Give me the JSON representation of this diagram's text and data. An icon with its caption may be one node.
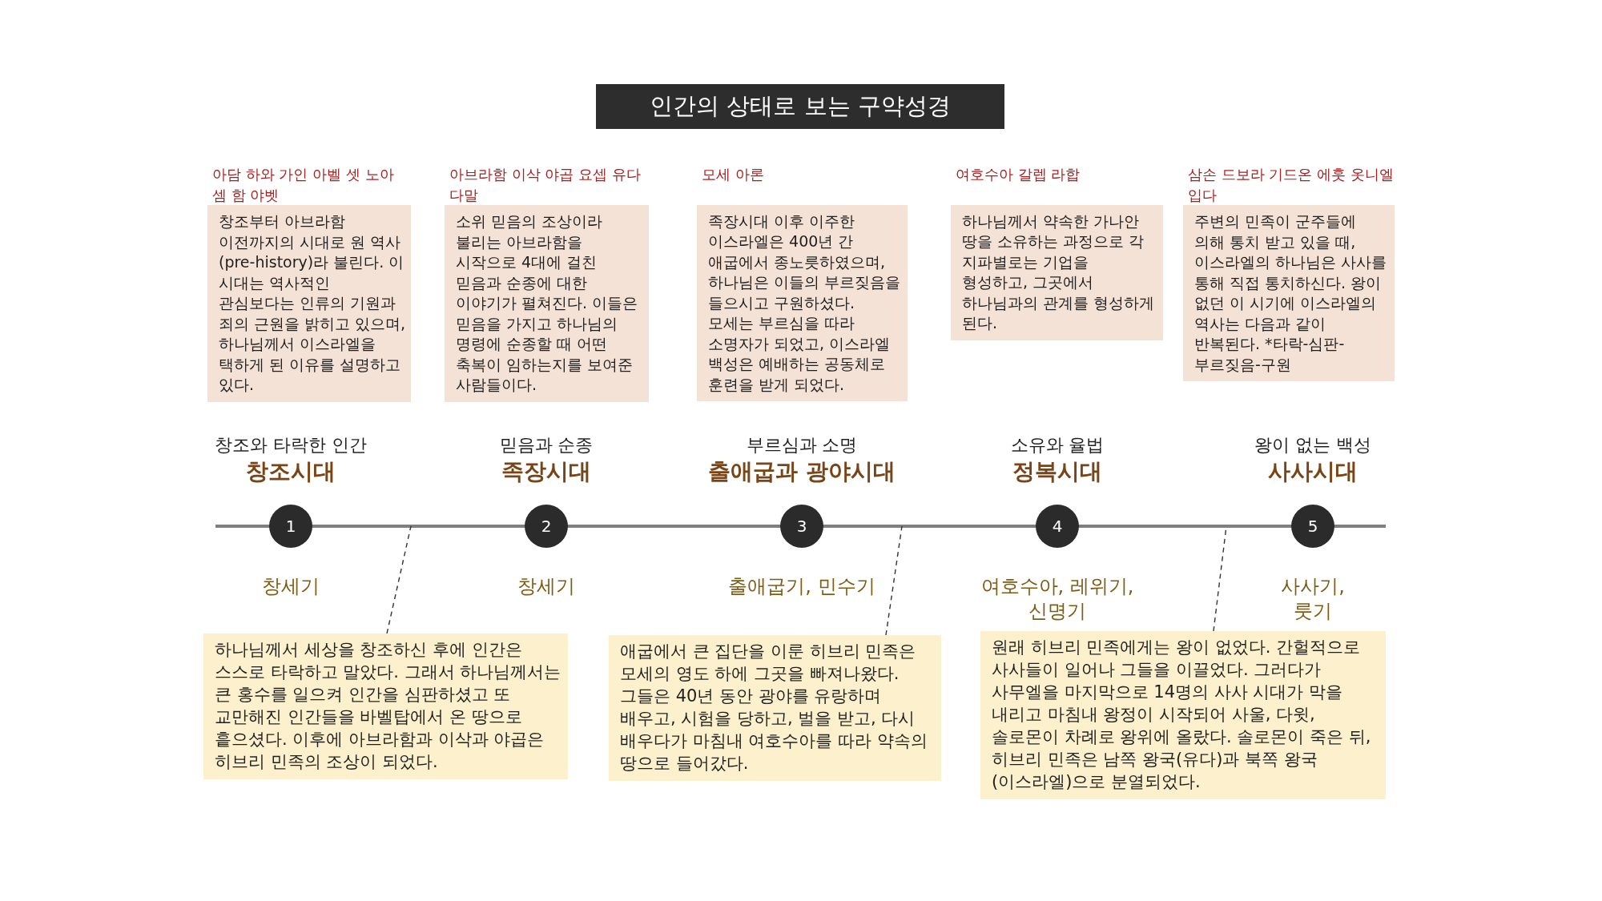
{
  "diagram": {
    "title": "인간의 상태로 보는 구약성경",
    "nodes": [
      {
        "text": [
          "아담 하와 가인 아벨 셋 노아 셈 함 야벳",
          "창조부터 아브라함 이전까지의 시대로 원 역사(pre-history)라 불린다. 이 시대는 역사적인 관심보다는 인류의 기원과 죄의 근원을 밝히고 있으며, 하나님께서 이스라엘을 택하게 된 이유를 설명하고 있다."
        ]
      },
      {
        "text": [
          "아브라함 이삭 야곱 요셉 유다 다말",
          "소위 믿음의 조상이라 불리는 아브라함을 시작으로 4대에 걸친 믿음과 순종에 대한 이야기가 펼쳐진다. 이들은 믿음을 가지고 하나님의 명령에 순종할 때 어떤 축복이 임하는지를 보여준 사람들이다."
        ]
      },
      {
        "text": [
          "모세 아론",
          "족장시대 이후 이주한 이스라엘은 400년 간 애굽에서 종노릇하였으며, 하나님은 이들의 부르짖음을 들으시고 구원하셨다. 모세는 부르심을 따라 소명자가 되었고, 이스라엘 백성은 예배하는 공동체로 훈련을 받게 되었다."
        ]
      },
      {
        "text": [
          "여호수아 갈렙 라합",
          "하나님께서 약속한 가나안 땅을 소유하는 과정으로 각 지파별로는 기업을 형성하고, 그곳에서 하나님과의 관계를 형성하게 된다."
        ]
      },
      {
        "text": [
          "삼손 드보라 기드온 에훗 옷니엘 입다",
          "주변의 민족이 군주들에 의해 통치 받고 있을 때, 이스라엘의 하나님은 사사를 통해 직접 통치하신다. 왕이 없던 이 시기에 이스라엘의 역사는 다음과 같이 반복된다. *타락-심판-부르짖음-구원"
        ]
      },
      {
        "text": [
          "1"
        ],
        "beside": [
          "창조와 타락한 인간",
          "창조시대"
        ]
      },
      {
        "text": [
          "2"
        ],
        "beside": [
          "믿음과 순종",
          "족장시대"
        ]
      },
      {
        "text": [
          "3"
        ],
        "beside": [
          "부르심과 소명",
          "출애굽과 광야시대"
        ]
      },
      {
        "text": [
          "4"
        ],
        "beside": [
          "소유와 율법",
          "정복시대"
        ]
      },
      {
        "text": [
          "5"
        ],
        "beside": [
          "왕이 없는 백성",
          "사사시대"
        ]
      },
      {
        "text": [
          "하나님께서 세상을 창조하신 후에 인간은 스스로 타락하고 말았다. 그래서 하나님께서는 큰 홍수를 일으켜 인간을 심판하셨고 또 교만해진 인간들을 바벨탑에서 온 땅으로 흩으셨다. 이후에 아브라함과 이삭과 야곱은 히브리 민족의 조상이 되었다."
        ]
      },
      {
        "text": [
          "애굽에서 큰 집단을 이룬 히브리 민족은 모세의 영도 하에 그곳을 빠져나왔다. 그들은 40년 동안 광야를 유랑하며 배우고, 시험을 당하고, 벌을 받고, 다시 배우다가 마침내 여호수아를 따라 약속의 땅으로 들어갔다."
        ]
      },
      {
        "text": [
          "원래 히브리 민족에게는 왕이 없었다. 간헐적으로 사사들이 일어나 그들을 이끌었다. 그러다가 사무엘을 마지막으로 14명의 사사 시대가 막을 내리고 마침내 왕정이 시작되어 사울, 다윗, 솔로몬이 차례로 왕위에 올랐다. 솔로몬이 죽은 뒤, 히브리 민족은 남쪽 왕국(유다)과 북쪽 왕국(이스라엘)으로 분열되었다."
        ]
      }
    ],
    "edges": [
      {
        "from": 10,
        "to": null,
        "arrow": "none",
        "style": "dashed"
      },
      {
        "from": 11,
        "to": null,
        "arrow": "none",
        "style": "dashed"
      },
      {
        "from": 12,
        "to": null,
        "arrow": "none",
        "style": "dashed"
      }
    ],
    "labels": [
      "창세기",
      "창세기",
      "출애굽기, 민수기",
      "여호수아, 레위기, 신명기",
      "사사기, 룻기"
    ]
  }
}
